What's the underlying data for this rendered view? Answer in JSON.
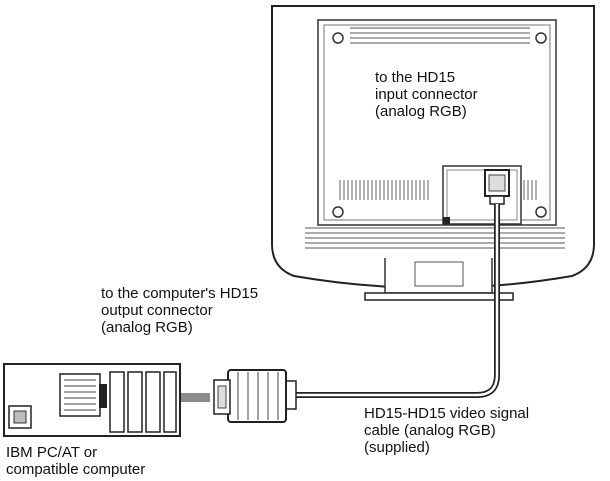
{
  "labels": {
    "monitor_input": [
      "to the HD15",
      "input connector",
      "(analog RGB)"
    ],
    "computer_output": [
      "to the computer's HD15",
      "output connector",
      "(analog RGB)"
    ],
    "cable": [
      "HD15-HD15 video signal",
      "cable (analog RGB)",
      "(supplied)"
    ],
    "computer": [
      "IBM PC/AT or",
      "compatible computer"
    ]
  }
}
